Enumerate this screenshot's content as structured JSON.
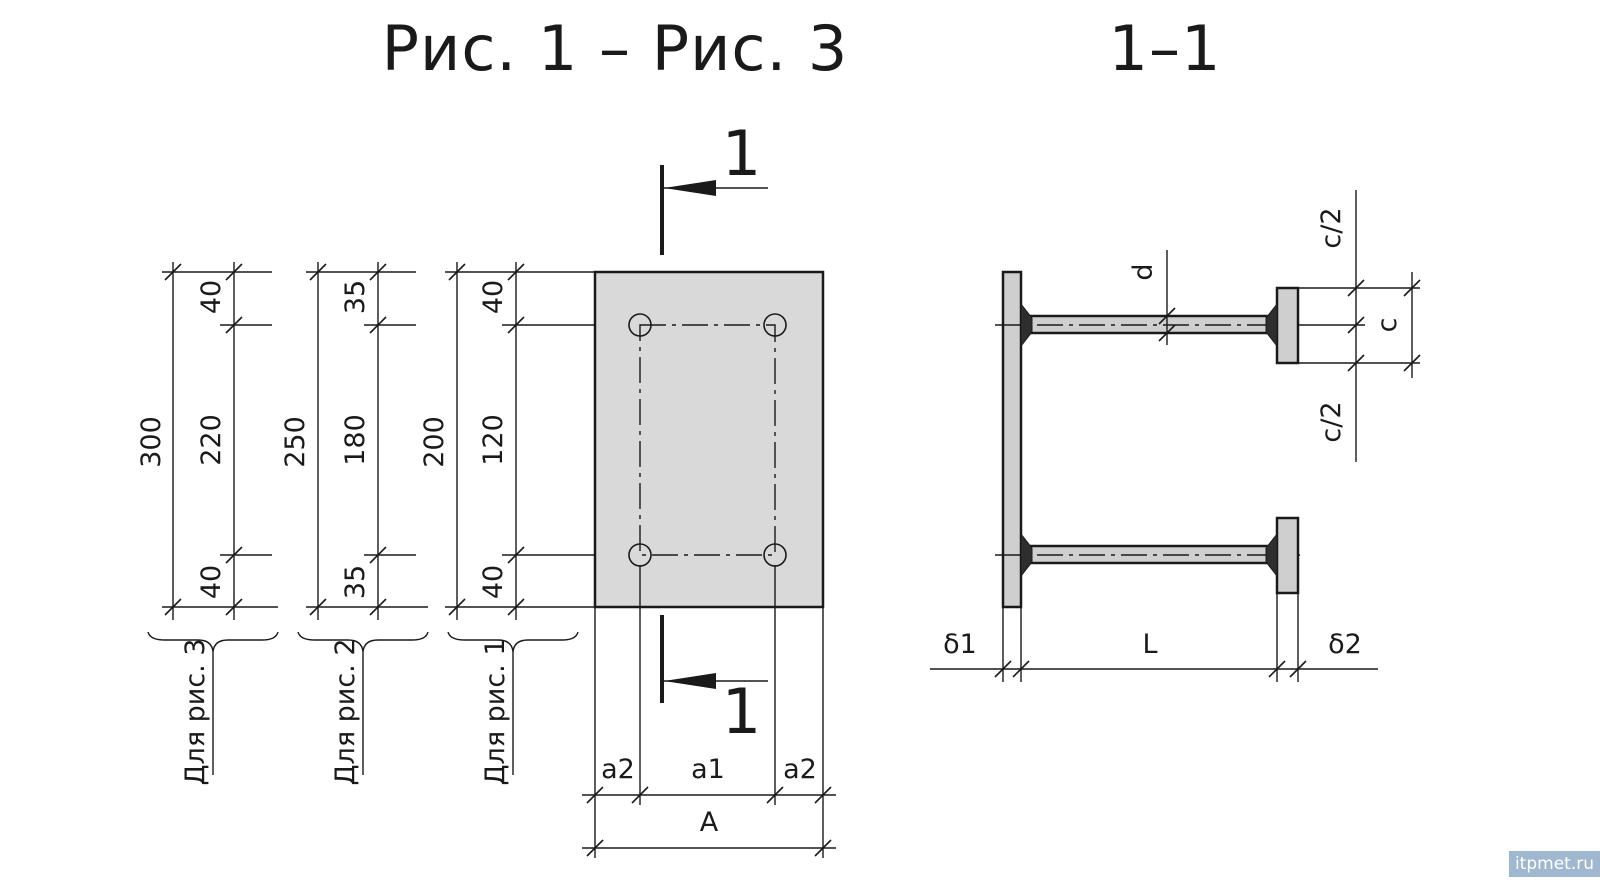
{
  "titles": {
    "main": "Рис. 1 – Рис. 3",
    "section": "1–1"
  },
  "section_marks": {
    "top": "1",
    "bottom": "1"
  },
  "dimensions": {
    "fig3": {
      "total": "300",
      "top": "40",
      "middle": "220",
      "bottom": "40",
      "caption": "Для рис. 3"
    },
    "fig2": {
      "total": "250",
      "top": "35",
      "middle": "180",
      "bottom": "35",
      "caption": "Для рис. 2"
    },
    "fig1": {
      "total": "200",
      "top": "40",
      "middle": "120",
      "bottom": "40",
      "caption": "Для рис. 1"
    }
  },
  "plate_dims": {
    "a2_left": "a2",
    "a1": "a1",
    "a2_right": "a2",
    "total": "A"
  },
  "section_dims": {
    "d": "d",
    "c_half_top": "c/2",
    "c": "c",
    "c_half_bottom": "c/2",
    "delta1": "δ1",
    "L": "L",
    "delta2": "δ2"
  },
  "watermark": "itpmet.ru"
}
